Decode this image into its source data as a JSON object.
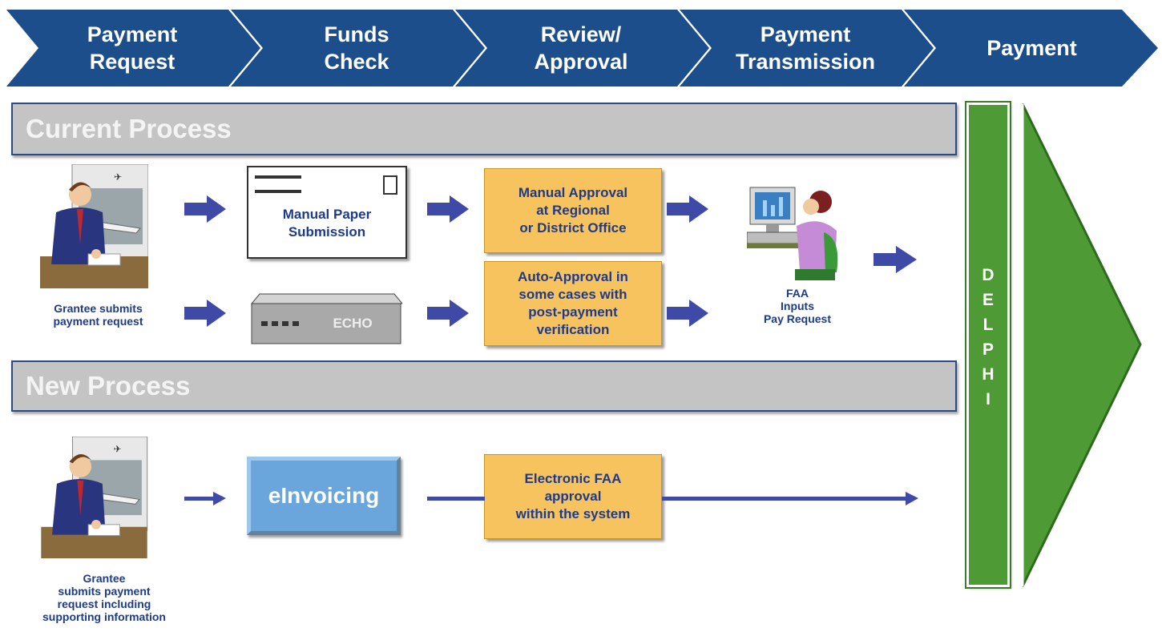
{
  "phases": [
    {
      "label": "Payment\nRequest"
    },
    {
      "label": "Funds\nCheck"
    },
    {
      "label": "Review/\nApproval"
    },
    {
      "label": "Payment\nTransmission"
    },
    {
      "label": "Payment"
    }
  ],
  "current_process": {
    "title": "Current Process",
    "grantee_caption": "Grantee submits\npayment request",
    "paper_submission": "Manual Paper\nSubmission",
    "echo_label": "ECHO",
    "manual_approval": "Manual Approval\nat Regional\nor District Office",
    "auto_approval": "Auto-Approval in\nsome cases  with\npost-payment\nverification",
    "faa_caption": "FAA\nInputs\nPay Request"
  },
  "new_process": {
    "title": "New Process",
    "grantee_caption": "Grantee\nsubmits payment\nrequest including\nsupporting information",
    "einvoicing": "eInvoicing",
    "electronic_approval": "Electronic FAA\napproval\nwithin the system"
  },
  "delphi_label": "D\nE\nL\nP\nH\nI",
  "colors": {
    "chevron_blue": "#1d4e8c",
    "banner_gray": "#c4c4c4",
    "approval_orange": "#f7c35e",
    "delphi_green": "#4e9a34",
    "arrow_navy": "#3f4aa6",
    "einvoicing_blue": "#6aa6dc"
  }
}
